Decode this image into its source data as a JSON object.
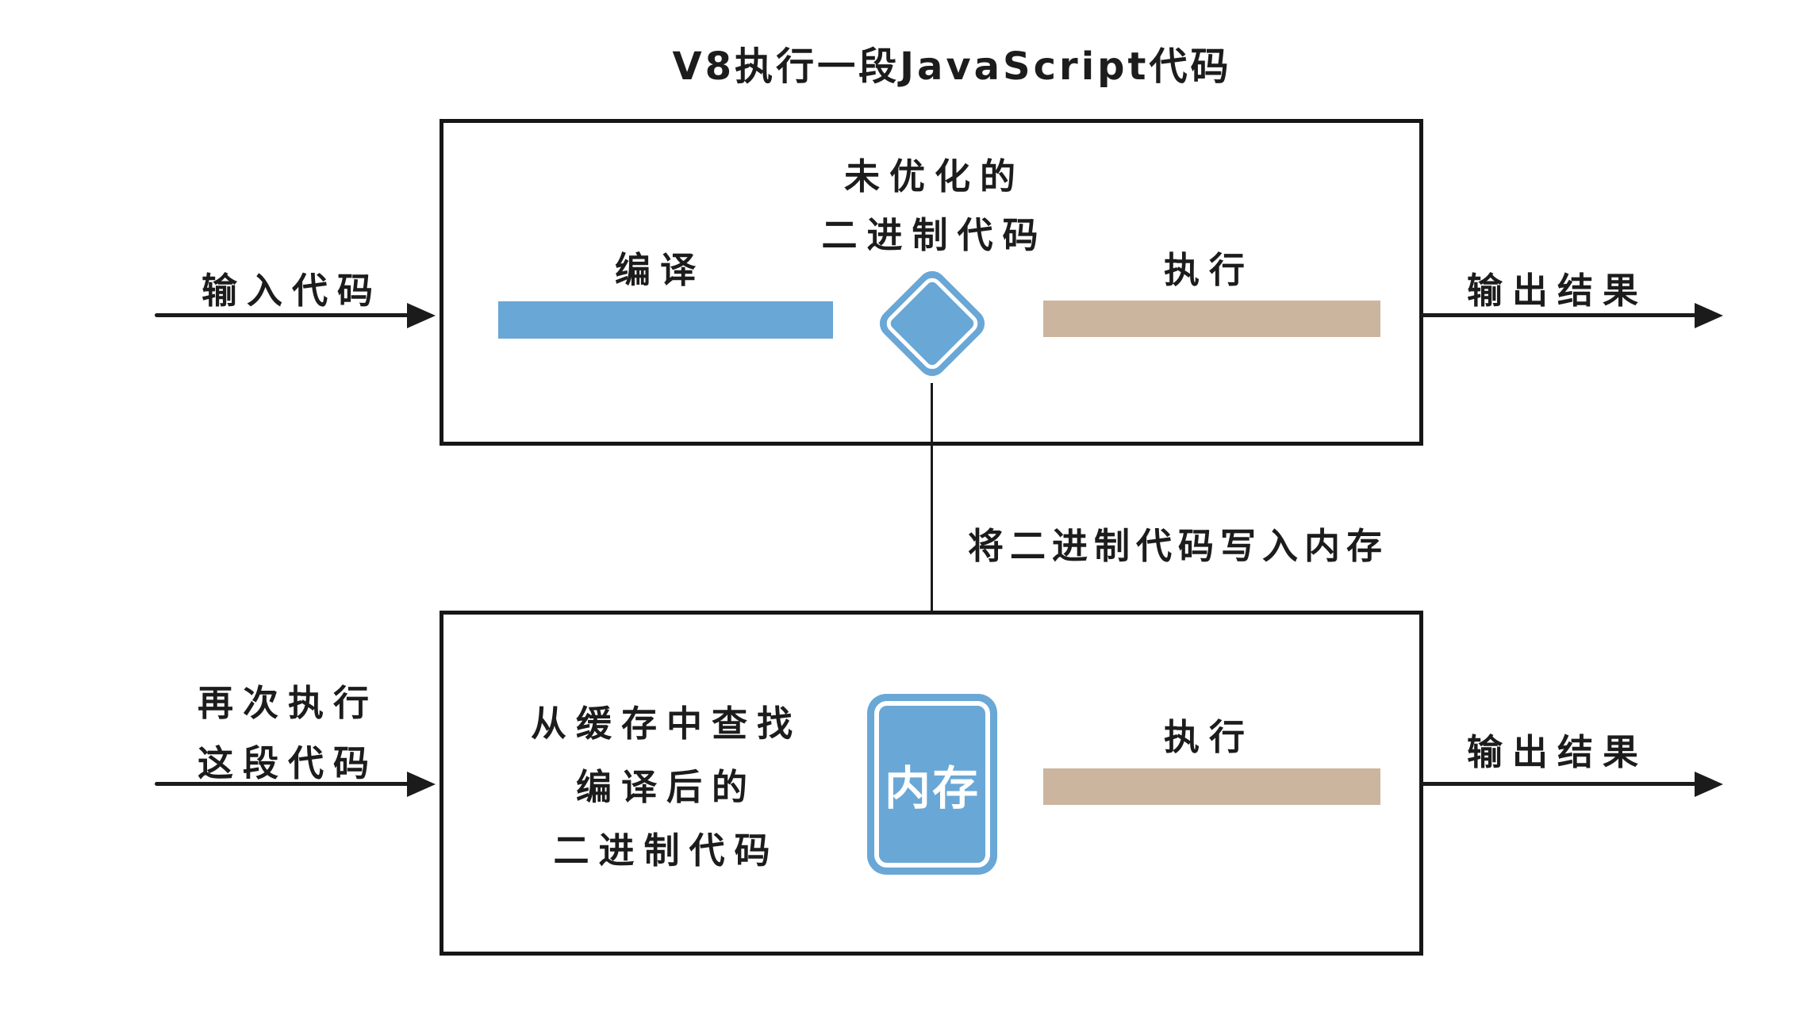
{
  "title": "V8执行一段JavaScript代码",
  "colors": {
    "blue": "#69a7d6",
    "tan": "#cbb59e",
    "stroke": "#1b1b1b",
    "background": "#ffffff"
  },
  "top_flow": {
    "input_label": "输入代码",
    "compile_label": "编译",
    "binary_label_line1": "未优化的",
    "binary_label_line2": "二进制代码",
    "execute_label": "执行",
    "output_label": "输出结果"
  },
  "middle": {
    "write_memory_label": "将二进制代码写入内存"
  },
  "bottom_flow": {
    "rerun_label_line1": "再次执行",
    "rerun_label_line2": "这段代码",
    "cache_label_line1": "从缓存中查找",
    "cache_label_line2": "编译后的",
    "cache_label_line3": "二进制代码",
    "memory_label": "内存",
    "execute_label": "执行",
    "output_label": "输出结果"
  }
}
